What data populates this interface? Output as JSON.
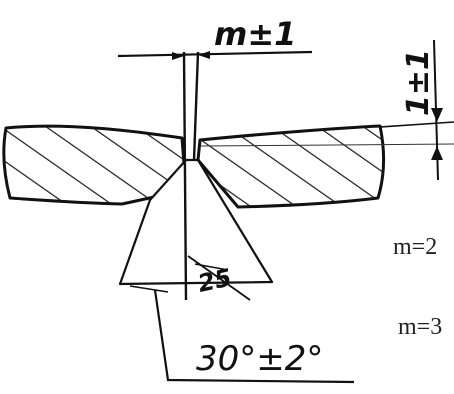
{
  "drawing": {
    "gap_dimension": "m±1",
    "depth_dimension": "1±1",
    "bevel_height": "25",
    "groove_angle": "30°±2°"
  },
  "notes": [
    {
      "text": "m=2"
    },
    {
      "text": "m=3"
    }
  ]
}
